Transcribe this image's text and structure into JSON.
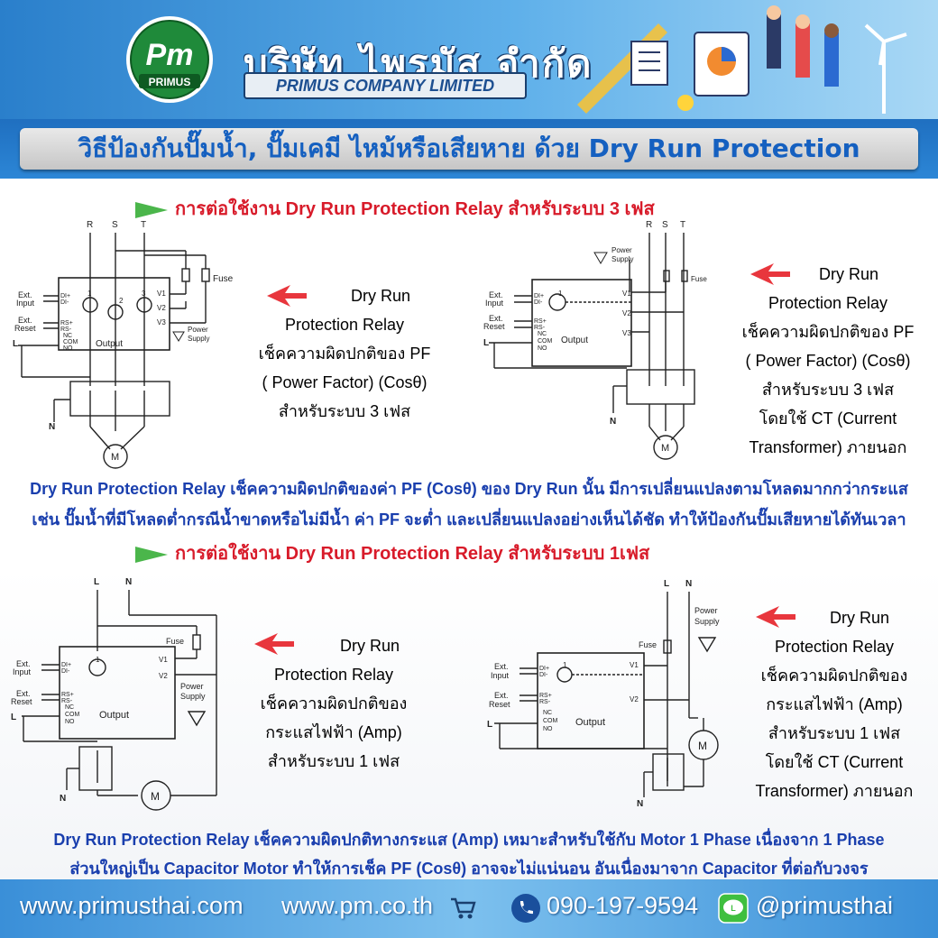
{
  "header": {
    "logo_text": "Pm",
    "logo_sub": "PRIMUS",
    "company_th": "บริษัท ไพรมัส จำกัด",
    "company_en": "PRIMUS COMPANY LIMITED"
  },
  "title": "วิธีป้องกันปั๊มน้ำ, ปั๊มเคมี ไหม้หรือเสียหาย ด้วย Dry Run Protection",
  "section1": {
    "heading": "การต่อใช้งาน Dry Run Protection Relay สำหรับระบบ 3 เฟส",
    "desc_left": [
      "Dry Run",
      "Protection Relay",
      "เช็คความผิดปกติของ PF",
      "( Power Factor) (Cosθ)",
      "สำหรับระบบ 3 เฟส"
    ],
    "desc_right": [
      "Dry Run",
      "Protection Relay",
      "เช็คความผิดปกติของ PF",
      "( Power Factor) (Cosθ)",
      "สำหรับระบบ 3 เฟส",
      "โดยใช้ CT (Current",
      "Transformer) ภายนอก"
    ]
  },
  "para1": [
    "Dry Run Protection Relay เช็คความผิดปกติของค่า PF (Cosθ) ของ Dry Run นั้น มีการเปลี่ยนแปลงตามโหลดมากกว่ากระแส",
    "เช่น ปั๊มน้ำที่มีโหลดต่ำกรณีน้ำขาดหรือไม่มีน้ำ ค่า PF จะต่ำ และเปลี่ยนแปลงอย่างเห็นได้ชัด ทำให้ป้องกันปั๊มเสียหายได้ทันเวลา"
  ],
  "section2": {
    "heading": "การต่อใช้งาน Dry Run Protection Relay สำหรับระบบ 1เฟส",
    "desc_left": [
      "Dry Run",
      "Protection Relay",
      "เช็คความผิดปกติของ",
      "กระแสไฟฟ้า (Amp)",
      "สำหรับระบบ 1 เฟส"
    ],
    "desc_right": [
      "Dry Run",
      "Protection Relay",
      "เช็คความผิดปกติของ",
      "กระแสไฟฟ้า (Amp)",
      "สำหรับระบบ 1 เฟส",
      "โดยใช้ CT (Current",
      "Transformer) ภายนอก"
    ]
  },
  "para2": [
    "Dry Run Protection Relay เช็คความผิดปกติทางกระแส (Amp) เหมาะสำหรับใช้กับ Motor 1 Phase เนื่องจาก 1 Phase",
    "ส่วนใหญ่เป็น Capacitor Motor ทำให้การเช็ค PF (Cosθ) อาจจะไม่แน่นอน อันเนื่องมาจาก Capacitor ที่ต่อกับวงจร"
  ],
  "diagram_labels": {
    "phases": [
      "R",
      "S",
      "T"
    ],
    "ln": [
      "L",
      "N"
    ],
    "fuse": "Fuse",
    "ext_input": [
      "Ext.",
      "Input"
    ],
    "ext_reset": [
      "Ext.",
      "Reset"
    ],
    "di": [
      "DI+",
      "DI-"
    ],
    "rs": [
      "RS+",
      "RS-"
    ],
    "nc": "NC",
    "com": "COM",
    "no": "NO",
    "output": "Output",
    "v": [
      "V1",
      "V2",
      "V3"
    ],
    "power_supply": [
      "Power",
      "Supply"
    ],
    "motor": "M",
    "ct_nums": [
      "1",
      "2",
      "3"
    ],
    "l": "L",
    "n": "N"
  },
  "footer": {
    "web1": "www.primusthai.com",
    "web2": "www.pm.co.th",
    "phone": "090-197-9594",
    "line": "@primusthai"
  },
  "colors": {
    "header_blue": "#2a7fcb",
    "title_text": "#1560c0",
    "section_red": "#d81b2a",
    "para_blue": "#1a3fae",
    "arrow_green": "#4bb64b",
    "arrow_red": "#e8363d"
  }
}
